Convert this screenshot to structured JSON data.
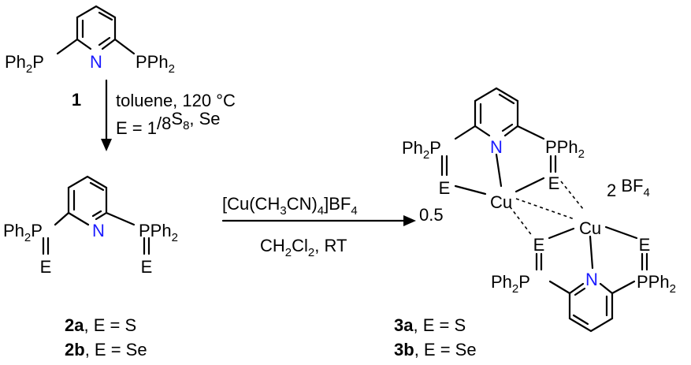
{
  "compound1": {
    "atoms": {
      "left_p": "Ph2P",
      "right_p": "PPh2",
      "n": "N"
    },
    "number": "1"
  },
  "step1": {
    "arrow": "down",
    "line1": "toluene, 120 °C",
    "line2": "E = 1/8S8, Se"
  },
  "compound2": {
    "atoms": {
      "left_p": "Ph2P",
      "right_p": "PPh2",
      "n": "N",
      "e_left": "E",
      "e_right": "E"
    },
    "labels": [
      {
        "num": "2a",
        "text": ", E = S"
      },
      {
        "num": "2b",
        "text": ", E = Se"
      }
    ]
  },
  "step2": {
    "arrow": "right",
    "reagent": "[Cu(CH3CN)4]BF4",
    "equiv": "0.5",
    "conditions": "CH2Cl2, RT"
  },
  "compound3": {
    "atoms": {
      "top_left_p": "Ph2P",
      "top_right_p": "PPh2",
      "top_n": "N",
      "top_e_left": "E",
      "top_e_right": "E",
      "cu_top": "Cu",
      "cu_bottom": "Cu",
      "bot_e_left": "E",
      "bot_e_right": "E",
      "bot_left_p": "Ph2P",
      "bot_right_p": "PPh2",
      "bot_n": "N"
    },
    "counterion": "2 BF4",
    "labels": [
      {
        "num": "3a",
        "text": ", E = S"
      },
      {
        "num": "3b",
        "text": ", E = Se"
      }
    ]
  },
  "colors": {
    "nitrogen": "#1a1aff",
    "bonds": "#000000"
  }
}
